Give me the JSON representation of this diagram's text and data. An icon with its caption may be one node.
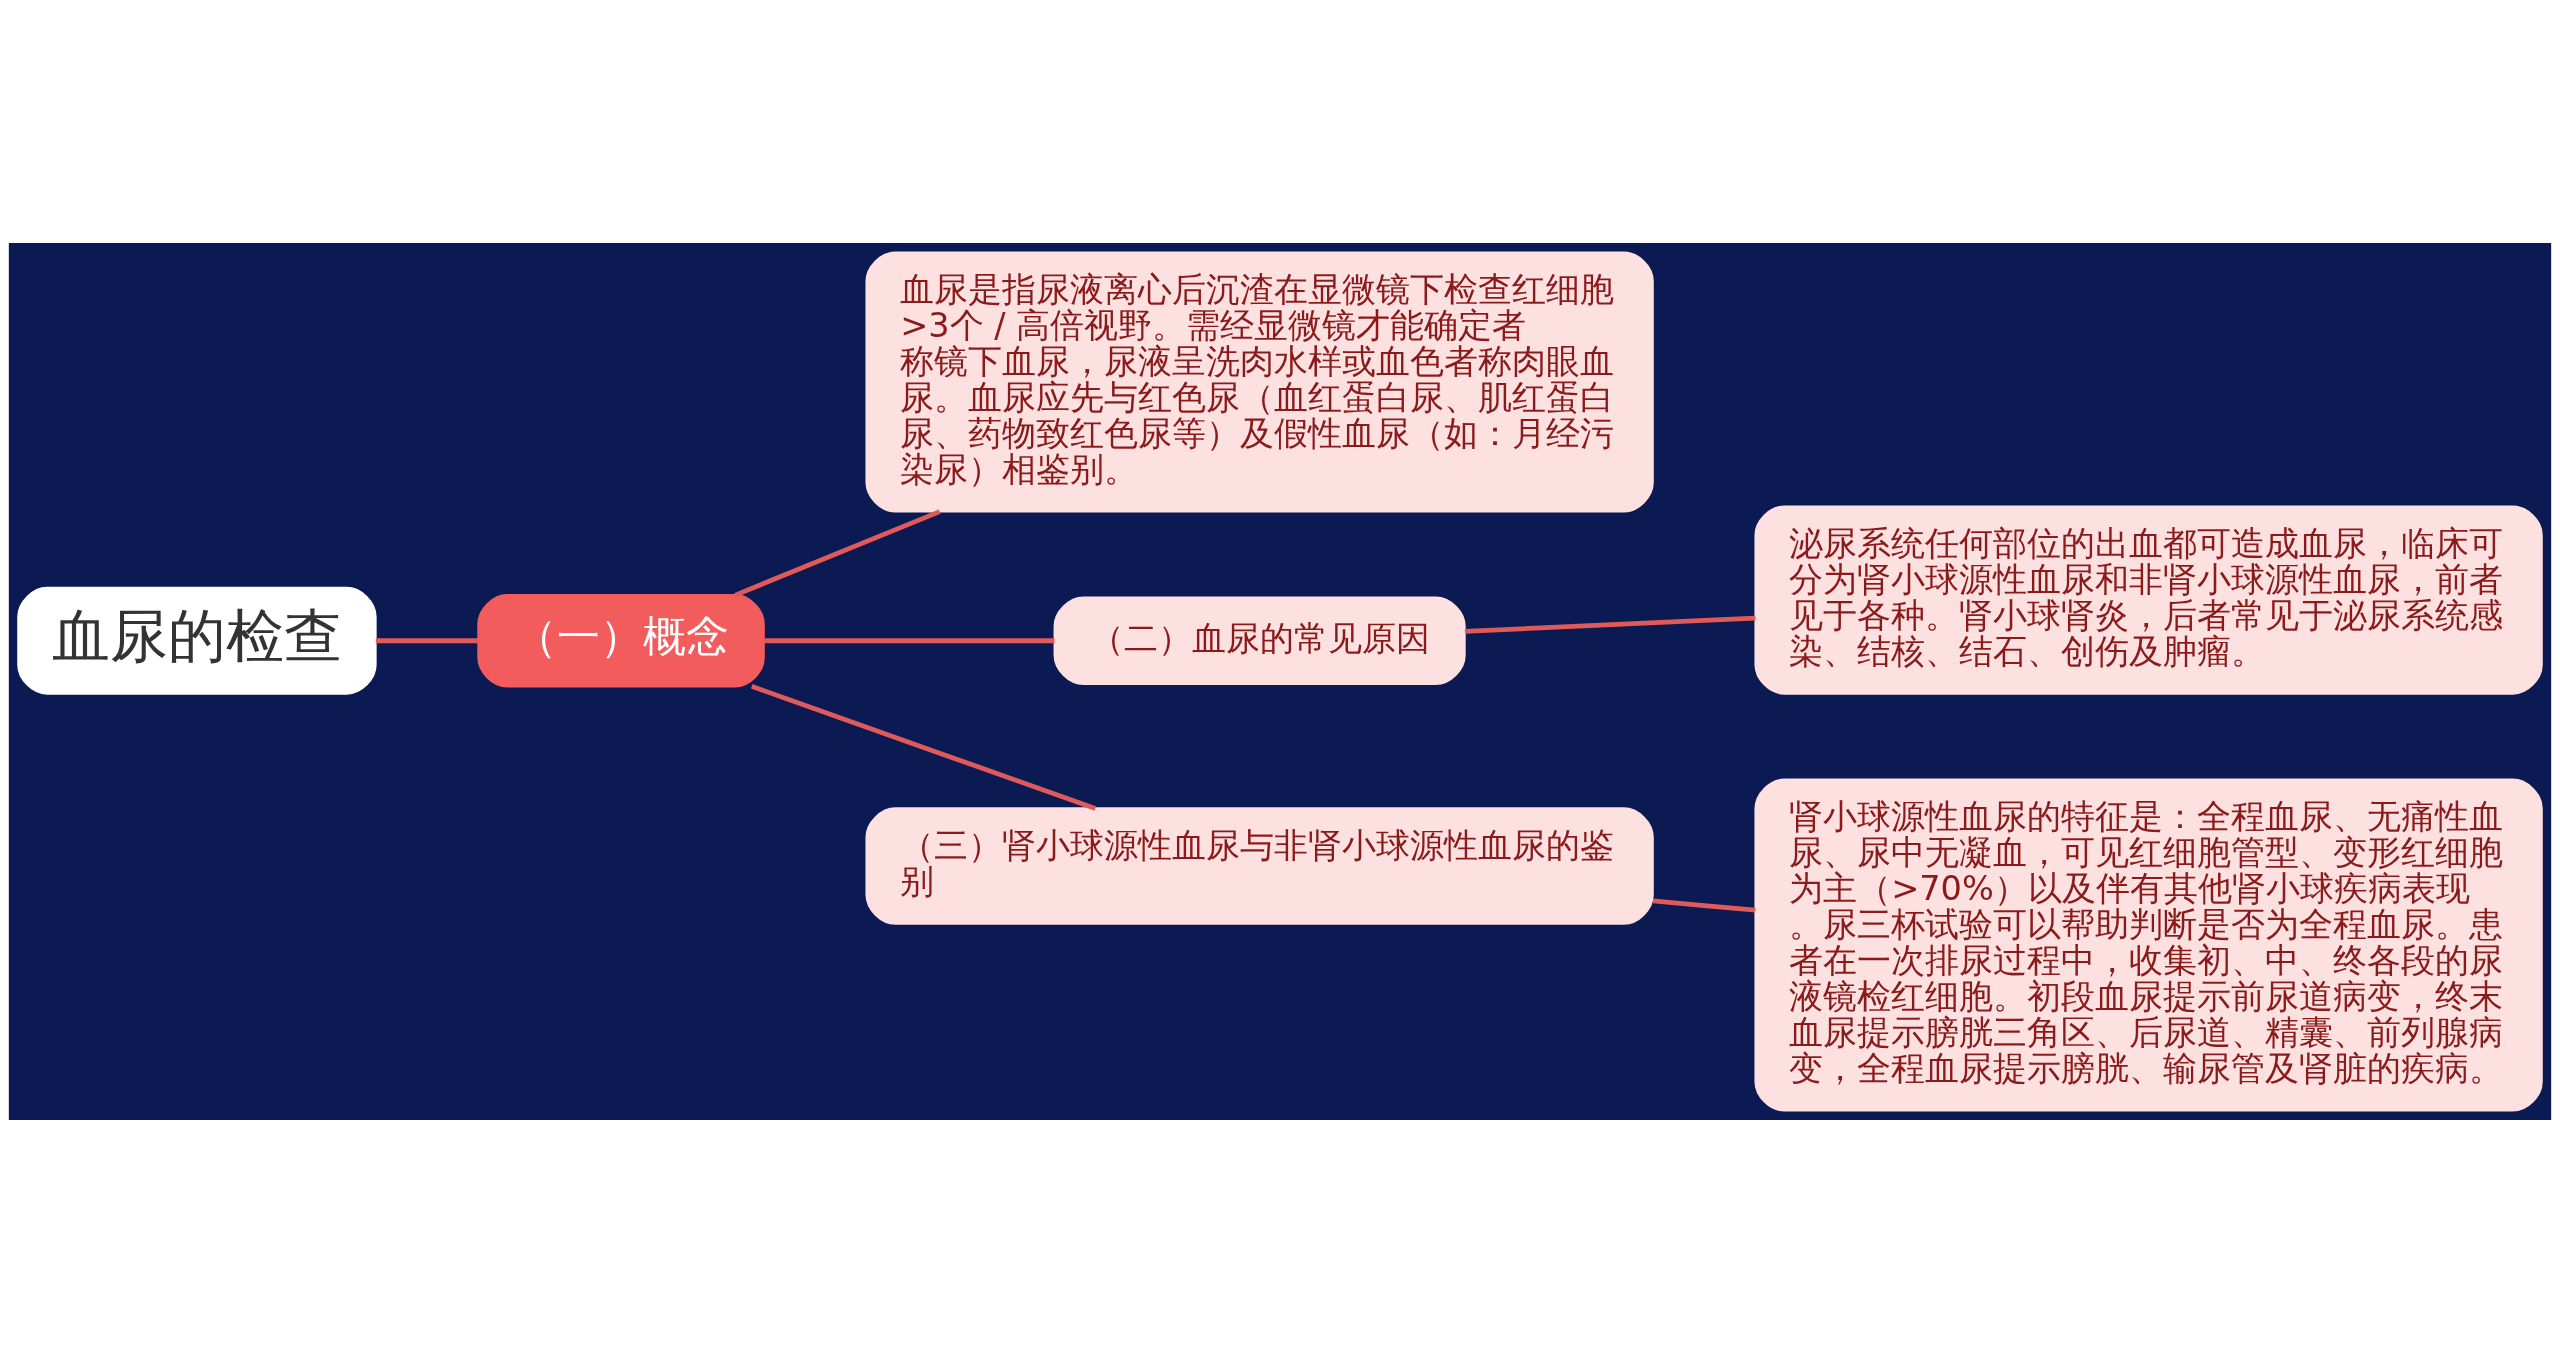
{
  "diagram": {
    "nodes": [
      {
        "text": [
          "血尿的检查"
        ]
      },
      {
        "text": [
          "（一）概念"
        ]
      },
      {
        "text": [
          "血尿是指尿液离心后沉渣在显微镜下检查红细胞>3个 / 高倍视野。需经显微镜才能确定者称镜下血尿，尿液呈洗肉水样或血色者称肉眼血尿。血尿应先与红色尿（血红蛋白尿、肌红蛋白尿、药物致红色尿等）及假性血尿（如：月经污染尿）相鉴别。"
        ]
      },
      {
        "text": [
          "（二）血尿的常见原因"
        ]
      },
      {
        "text": [
          "泌尿系统任何部位的出血都可造成血尿，临床可分为肾小球源性血尿和非肾小球源性血尿，前者见于各种。肾小球肾炎，后者常见于泌尿系统感染、结核、结石、创伤及肿瘤。"
        ]
      },
      {
        "text": [
          "（三）肾小球源性血尿与非肾小球源性血尿的鉴别"
        ]
      },
      {
        "text": [
          "肾小球源性血尿的特征是：全程血尿、无痛性血尿、尿中无凝血，可见红细胞管型、变形红细胞为主（>70%）以及伴有其他肾小球疾病表现。尿三杯试验可以帮助判断是否为全程血尿。患者在一次排尿过程中，收集初、中、终各段的尿液镜检红细胞。初段血尿提示前尿道病变，终末血尿提示膀胱三角区、后尿道、精囊、前列腺病变，全程血尿提示膀胱、输尿管及肾脏的疾病。"
        ]
      }
    ],
    "edges": [
      {
        "from": 0,
        "to": 1,
        "arrow": "none"
      },
      {
        "from": 1,
        "to": 2,
        "arrow": "none"
      },
      {
        "from": 1,
        "to": 3,
        "arrow": "none"
      },
      {
        "from": 3,
        "to": 4,
        "arrow": "none"
      },
      {
        "from": 1,
        "to": 5,
        "arrow": "none"
      },
      {
        "from": 5,
        "to": 6,
        "arrow": "none"
      }
    ]
  }
}
